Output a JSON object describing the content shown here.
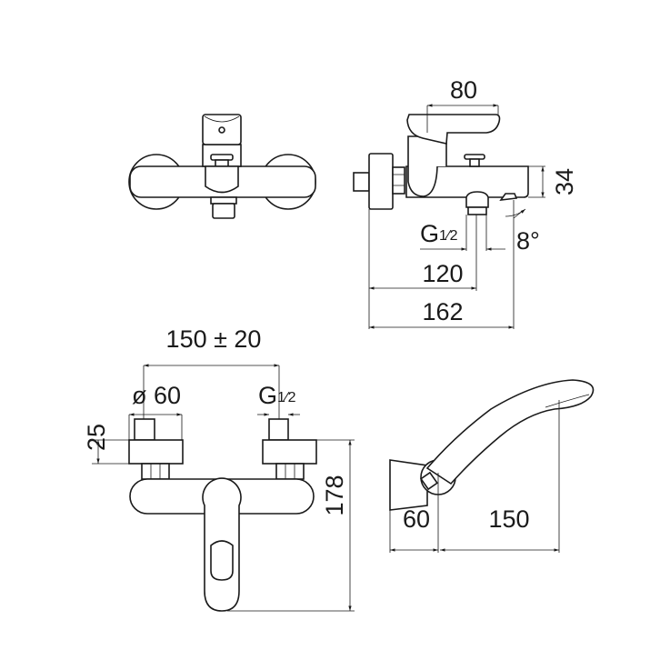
{
  "title": "Bath mixer technical drawing",
  "side_view": {
    "lever_depth": "80",
    "body_height": "34",
    "spout_angle": "8°",
    "outlet_thread": {
      "main": "G",
      "fraction": "1⁄2"
    },
    "outlet_distance": "120",
    "total_projection": "162"
  },
  "front_view": {
    "centre_distance": "150 ± 20",
    "plate_diameter": "ø 60",
    "inlet_thread": {
      "main": "G",
      "fraction": "1⁄2"
    },
    "plate_depth": "25",
    "total_height": "178"
  },
  "hand_shower": {
    "bracket_depth": "60",
    "shower_length": "150"
  }
}
